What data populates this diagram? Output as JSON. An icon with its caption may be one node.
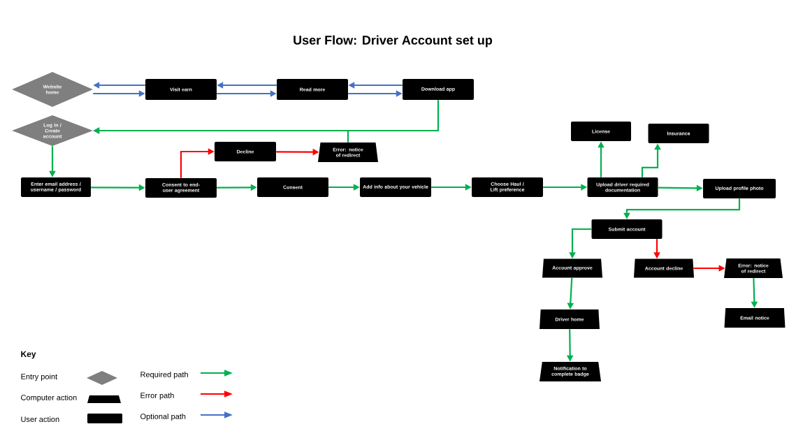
{
  "diagram": {
    "title": "User Flow: Driver Account set up",
    "nodes": [
      {
        "text": [
          "Website home"
        ]
      },
      {
        "text": [
          "Visit earn"
        ]
      },
      {
        "text": [
          "Read more"
        ]
      },
      {
        "text": [
          "Download app"
        ]
      },
      {
        "text": [
          "Log In / Create account"
        ]
      },
      {
        "text": [
          "Decline"
        ]
      },
      {
        "text": [
          "Error: notice of redirect"
        ]
      },
      {
        "text": [
          "Enter email address / username / password"
        ]
      },
      {
        "text": [
          "Consent to end-user agreement"
        ]
      },
      {
        "text": [
          "Consent"
        ]
      },
      {
        "text": [
          "Add info about your vehicle"
        ]
      },
      {
        "text": [
          "Choose Haul / Lift preference"
        ]
      },
      {
        "text": [
          "Upload driver required documentation"
        ]
      },
      {
        "text": [
          "License"
        ]
      },
      {
        "text": [
          "Insurance"
        ]
      },
      {
        "text": [
          "Upload profile photo"
        ]
      },
      {
        "text": [
          "Submit account"
        ]
      },
      {
        "text": [
          "Account approve"
        ]
      },
      {
        "text": [
          "Account decline"
        ]
      },
      {
        "text": [
          "Error: notice of redirect"
        ]
      },
      {
        "text": [
          "Driver home"
        ]
      },
      {
        "text": [
          "Email notice"
        ]
      },
      {
        "text": [
          "Notification to complete badge"
        ]
      }
    ],
    "edges": [
      {
        "from": 0,
        "to": 1,
        "arrow": "to",
        "color": "#4472c4"
      },
      {
        "from": 1,
        "to": 0,
        "arrow": "to",
        "color": "#4472c4"
      },
      {
        "from": 1,
        "to": 2,
        "arrow": "to",
        "color": "#4472c4"
      },
      {
        "from": 2,
        "to": 1,
        "arrow": "to",
        "color": "#4472c4"
      },
      {
        "from": 2,
        "to": 3,
        "arrow": "to",
        "color": "#4472c4"
      },
      {
        "from": 3,
        "to": 2,
        "arrow": "to",
        "color": "#4472c4"
      },
      {
        "from": 3,
        "to": 4,
        "arrow": "to"
      },
      {
        "from": 6,
        "to": 4,
        "arrow": "to"
      },
      {
        "from": 4,
        "to": 7,
        "arrow": "to"
      },
      {
        "from": 7,
        "to": 8,
        "arrow": "to"
      },
      {
        "from": 8,
        "to": 5,
        "arrow": "to",
        "color": "#ff0000"
      },
      {
        "from": 5,
        "to": 6,
        "arrow": "to",
        "color": "#ff0000"
      },
      {
        "from": 8,
        "to": 9,
        "arrow": "to"
      },
      {
        "from": 9,
        "to": 10,
        "arrow": "to"
      },
      {
        "from": 10,
        "to": 11,
        "arrow": "to"
      },
      {
        "from": 11,
        "to": 12,
        "arrow": "to"
      },
      {
        "from": 12,
        "to": 13,
        "arrow": "to"
      },
      {
        "from": 12,
        "to": 14,
        "arrow": "to"
      },
      {
        "from": 12,
        "to": 15,
        "arrow": "to"
      },
      {
        "from": 15,
        "to": 16,
        "arrow": "to"
      },
      {
        "from": 16,
        "to": 17,
        "arrow": "to"
      },
      {
        "from": 16,
        "to": 18,
        "arrow": "to",
        "color": "#ff0000"
      },
      {
        "from": 18,
        "to": 19,
        "arrow": "to",
        "color": "#ff0000"
      },
      {
        "from": 19,
        "to": 21,
        "arrow": "to"
      },
      {
        "from": 17,
        "to": 20,
        "arrow": "to"
      },
      {
        "from": 20,
        "to": 22,
        "arrow": "to"
      }
    ],
    "labels": [
      "Key"
    ],
    "legend": [
      {
        "text": "Entry point"
      },
      {
        "text": "Computer action"
      },
      {
        "text": "User action"
      },
      {
        "text": "Required path"
      },
      {
        "text": "Error path"
      },
      {
        "text": "Optional path"
      }
    ]
  }
}
